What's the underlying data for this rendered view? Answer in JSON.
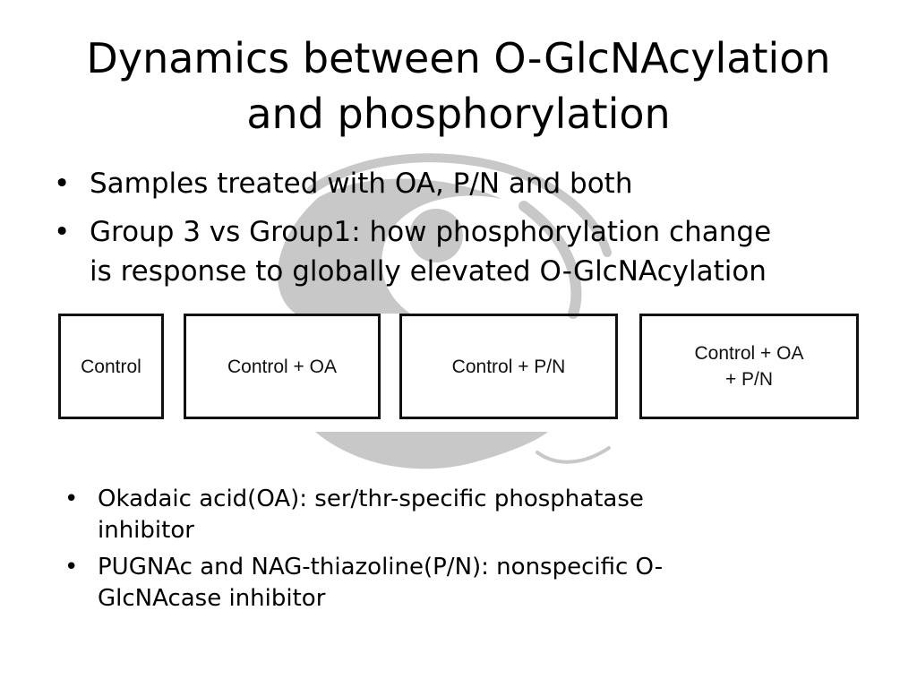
{
  "slide": {
    "title_lines": [
      "Dynamics between O-GlcNAcylation",
      "and phosphorylation"
    ],
    "bullet_char": "•",
    "top_bullets": [
      {
        "lines": [
          "Samples treated with OA, P/N and both"
        ]
      },
      {
        "lines": [
          "Group 3 vs Group1: how phosphorylation change",
          "is response to globally elevated O-GlcNAcylation"
        ]
      }
    ],
    "groups": [
      {
        "lines": [
          "Control"
        ]
      },
      {
        "lines": [
          "Control + OA"
        ]
      },
      {
        "lines": [
          "Control + P/N"
        ]
      },
      {
        "lines": [
          "Control + OA",
          "+ P/N"
        ]
      }
    ],
    "bottom_bullets": [
      {
        "lines": [
          "Okadaic acid(OA): ser/thr-specific phosphatase",
          "inhibitor"
        ]
      },
      {
        "lines": [
          "PUGNAc and NAG-thiazoline(P/N): nonspecific O-",
          "GlcNAcase inhibitor"
        ]
      }
    ]
  },
  "colors": {
    "text": "#000000",
    "watermark": "#c8c8c8",
    "box_border": "#111111",
    "background": "#ffffff"
  }
}
